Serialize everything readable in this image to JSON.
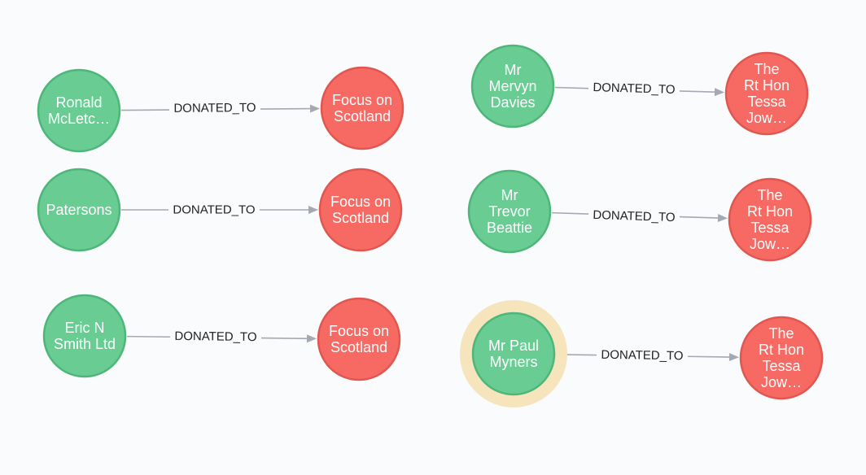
{
  "graph": {
    "colors": {
      "donor_fill": "#68cc93",
      "recipient_fill": "#f66a63",
      "selected_halo": "#f6e4bd",
      "edge": "#a4a9b2",
      "background": "#f9fbfd"
    },
    "relationships": [
      {
        "type": "DONATED_TO",
        "donor": {
          "lines": [
            "Ronald",
            "McLetc…"
          ]
        },
        "recipient": {
          "lines": [
            "Focus on",
            "Scotland"
          ]
        }
      },
      {
        "type": "DONATED_TO",
        "donor": {
          "lines": [
            "Patersons"
          ]
        },
        "recipient": {
          "lines": [
            "Focus on",
            "Scotland"
          ]
        }
      },
      {
        "type": "DONATED_TO",
        "donor": {
          "lines": [
            "Eric N",
            "Smith Ltd"
          ]
        },
        "recipient": {
          "lines": [
            "Focus on",
            "Scotland"
          ]
        }
      },
      {
        "type": "DONATED_TO",
        "donor": {
          "lines": [
            "Mr",
            "Mervyn",
            "Davies"
          ]
        },
        "recipient": {
          "lines": [
            "The",
            "Rt Hon",
            "Tessa",
            "Jow…"
          ]
        }
      },
      {
        "type": "DONATED_TO",
        "donor": {
          "lines": [
            "Mr",
            "Trevor",
            "Beattie"
          ]
        },
        "recipient": {
          "lines": [
            "The",
            "Rt Hon",
            "Tessa",
            "Jow…"
          ]
        }
      },
      {
        "type": "DONATED_TO",
        "donor": {
          "lines": [
            "Mr Paul",
            "Myners"
          ],
          "selected": true
        },
        "recipient": {
          "lines": [
            "The",
            "Rt Hon",
            "Tessa",
            "Jow…"
          ]
        }
      }
    ]
  }
}
